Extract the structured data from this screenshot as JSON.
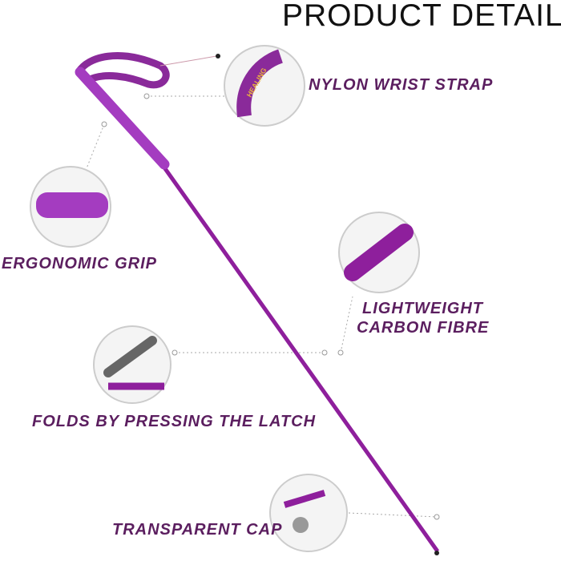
{
  "title": "PRODUCT DETAILS",
  "features": {
    "strap": "NYLON WRIST STRAP",
    "grip": "ERGONOMIC GRIP",
    "carbon_line1": "LIGHTWEIGHT",
    "carbon_line2": "CARBON FIBRE",
    "latch": "FOLDS BY PRESSING THE LATCH",
    "cap": "TRANSPARENT CAP"
  },
  "strap_print": "HEALING",
  "colors": {
    "pole": "#8e1f9c",
    "grip": "#a43cc0",
    "label": "#5b1e5f"
  }
}
